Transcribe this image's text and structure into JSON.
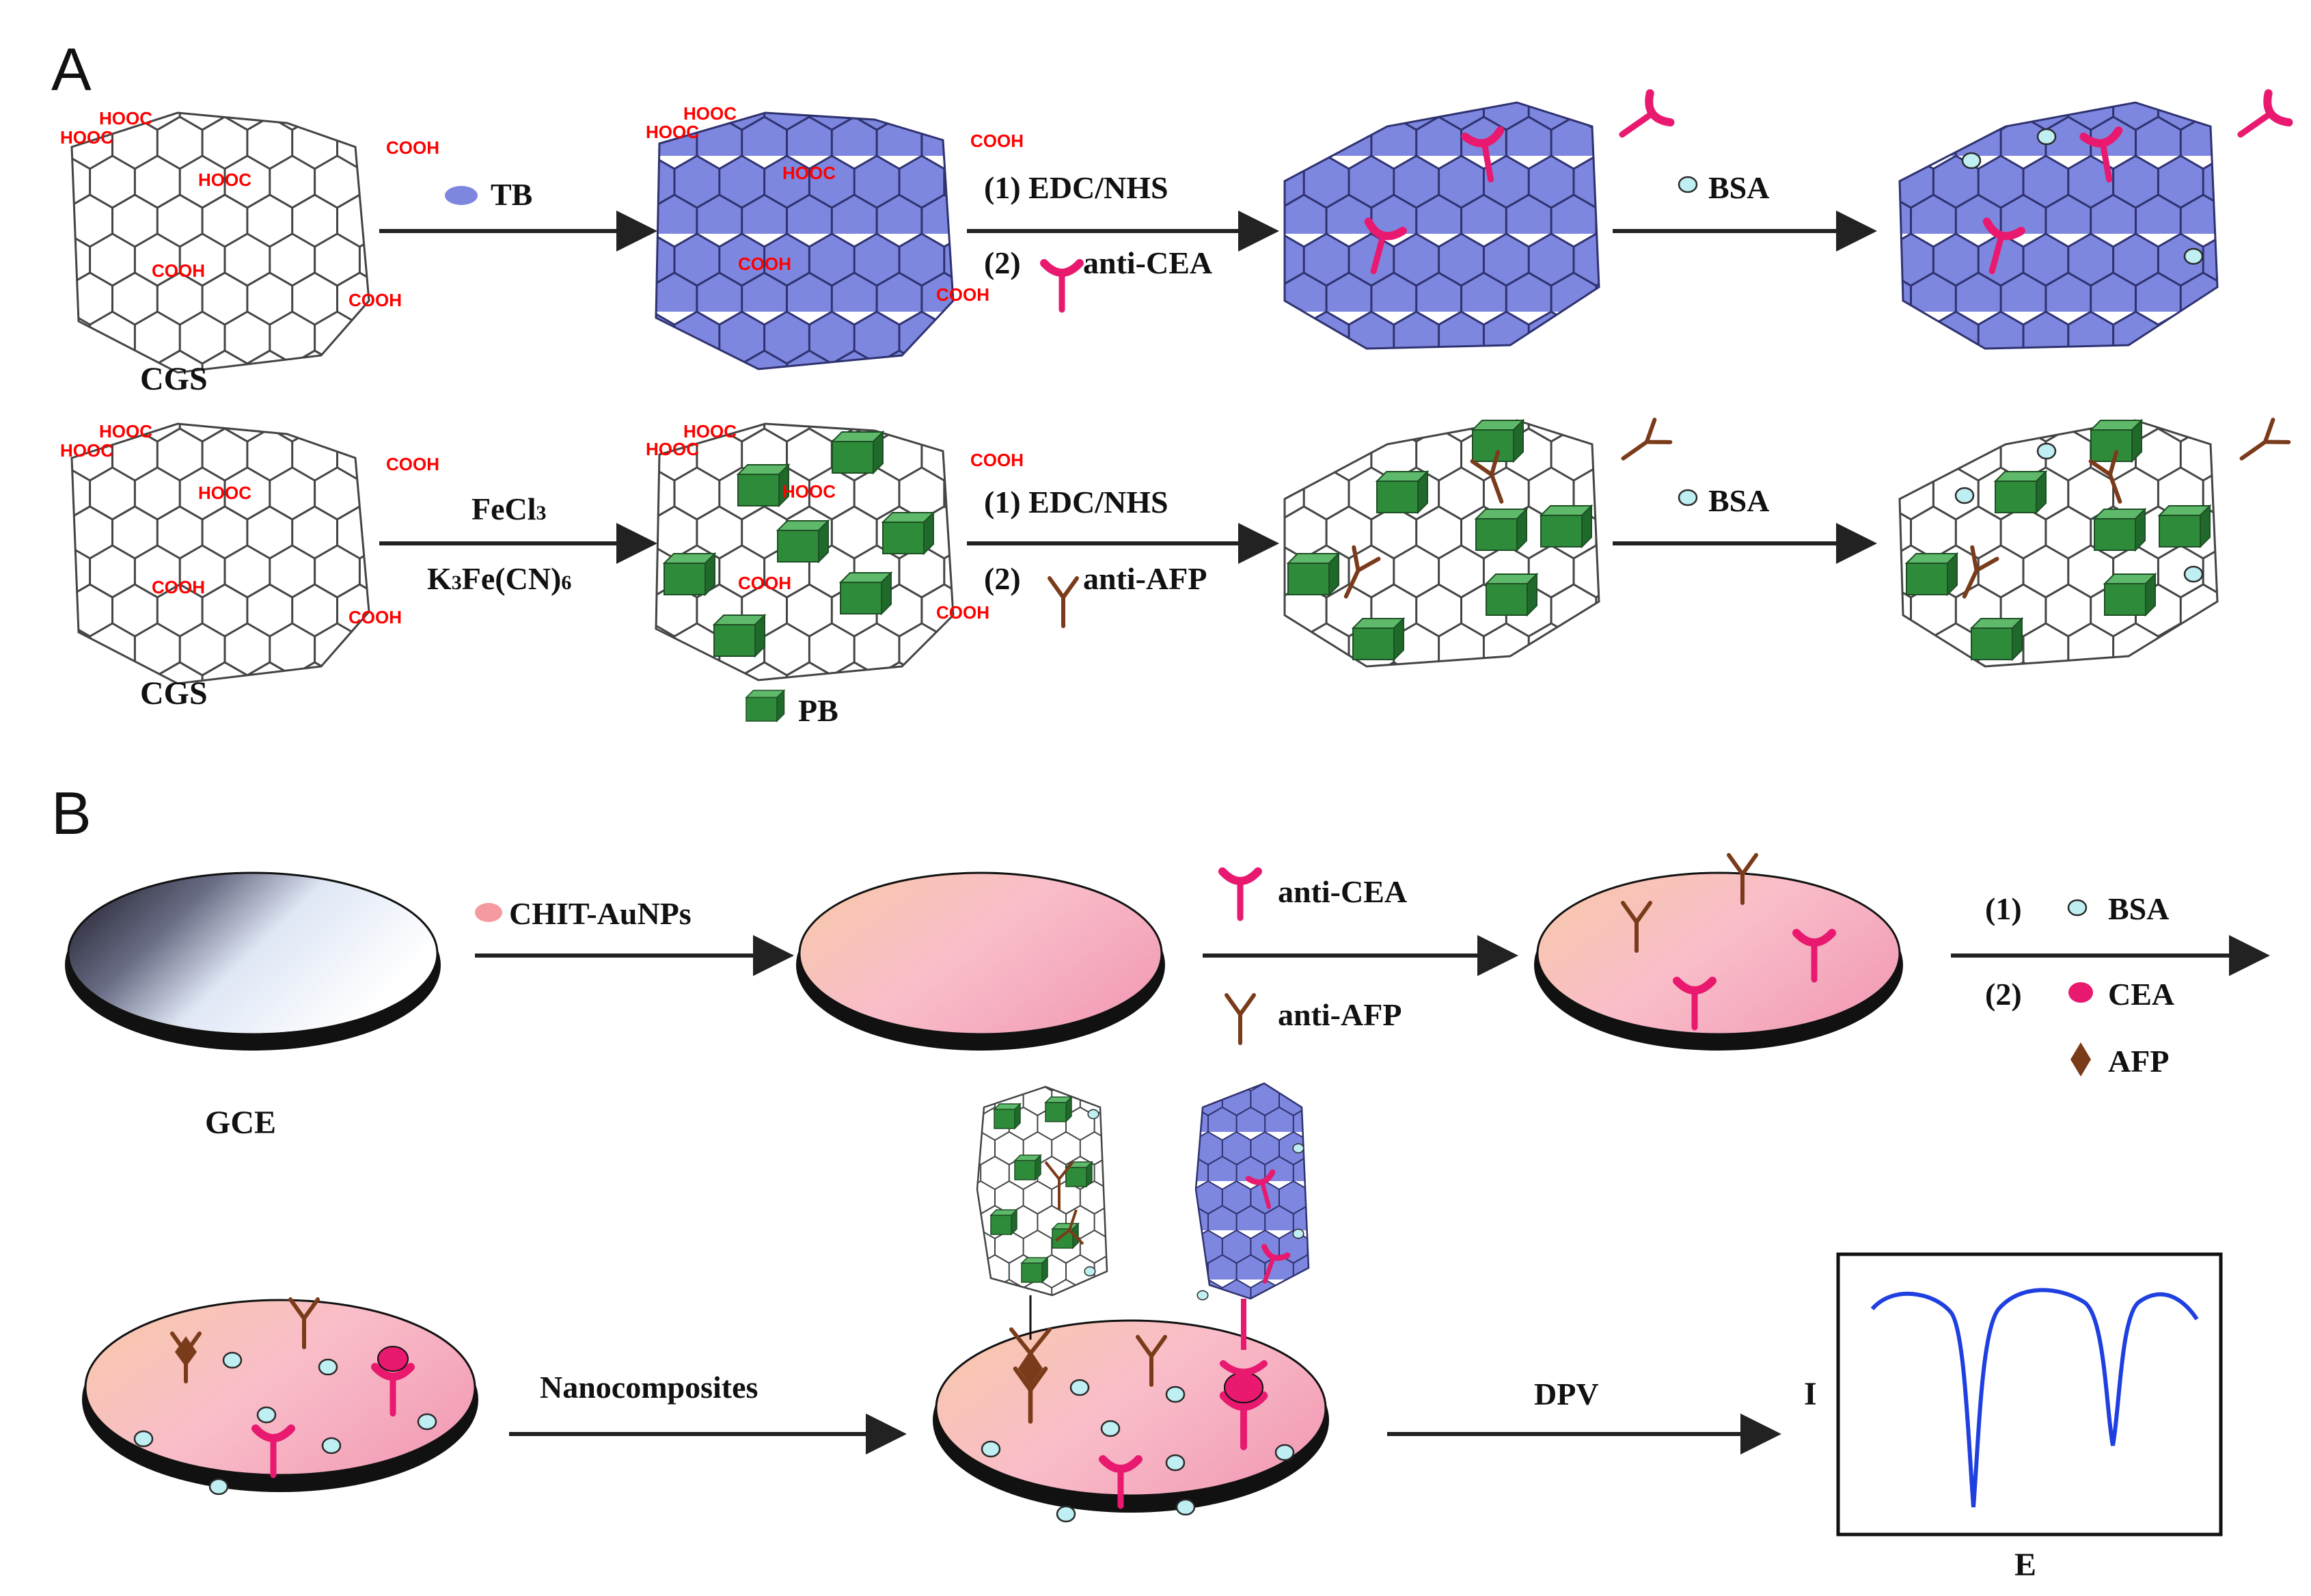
{
  "panels": {
    "a": {
      "label": "A"
    },
    "b": {
      "label": "B"
    }
  },
  "colors": {
    "tb_blue": "#7E87DF",
    "pb_green": "#2E8B3A",
    "anti_cea": "#E8196F",
    "anti_afp": "#7A3B1A",
    "bsa": "#BFEFF2",
    "cooh_red": "#FF0000",
    "dpv_line": "#1F3FE0"
  },
  "functional_groups": {
    "hooc": "HOOC",
    "cooh": "COOH"
  },
  "row1": {
    "cgs_label": "CGS",
    "tb_label": "TB",
    "step1": "(1) EDC/NHS",
    "step2_prefix": "(2)",
    "step2_reagent": "anti-CEA",
    "bsa_label": "BSA"
  },
  "row2": {
    "cgs_label": "CGS",
    "reagent1": "FeCl",
    "reagent1_sub": "3",
    "reagent2": "K",
    "reagent2_sub1": "3",
    "reagent2_mid": "Fe(CN)",
    "reagent2_sub2": "6",
    "step1": "(1) EDC/NHS",
    "step2_prefix": "(2)",
    "step2_reagent": "anti-AFP",
    "bsa_label": "BSA",
    "pb_legend": "PB"
  },
  "panel_b": {
    "gce_label": "GCE",
    "chit_label": "CHIT-AuNPs",
    "anti_cea_label": "anti-CEA",
    "anti_afp_label": "anti-AFP",
    "step1": "(1)",
    "bsa_label": "BSA",
    "step2": "(2)",
    "cea_label": "CEA",
    "afp_label": "AFP",
    "nanocomposites_label": "Nanocomposites",
    "dpv_label": "DPV",
    "i_axis": "I",
    "e_axis": "E"
  }
}
